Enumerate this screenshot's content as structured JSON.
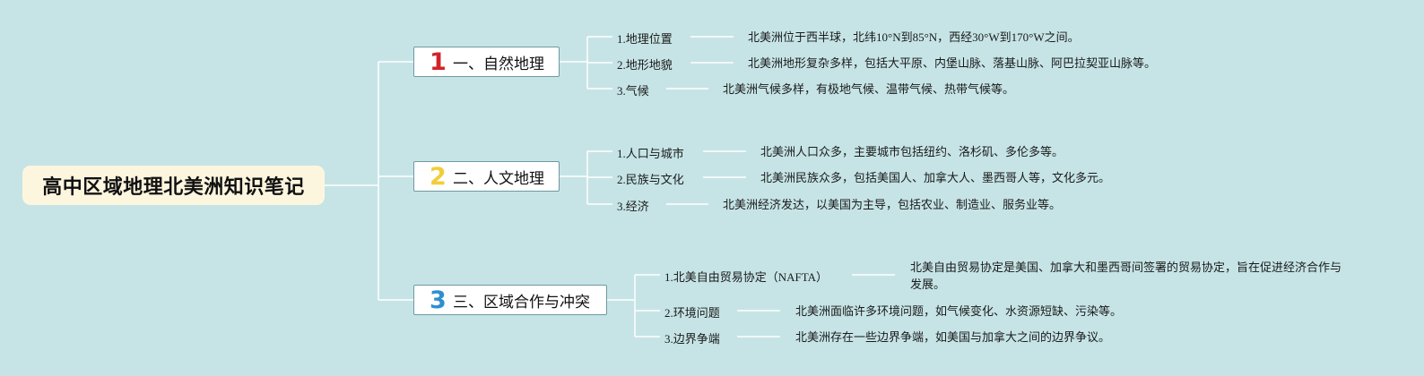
{
  "root": {
    "title": "高中区域地理北美洲知识笔记"
  },
  "branches": [
    {
      "number": "1",
      "number_color": "#d2232a",
      "label": "一、自然地理",
      "items": [
        {
          "label": "1.地理位置",
          "text": "北美洲位于西半球，北纬10°N到85°N，西经30°W到170°W之间。"
        },
        {
          "label": "2.地形地貌",
          "text": "北美洲地形复杂多样，包括大平原、内堡山脉、落基山脉、阿巴拉契亚山脉等。"
        },
        {
          "label": "3.气候",
          "text": "北美洲气候多样，有极地气候、温带气候、热带气候等。"
        }
      ]
    },
    {
      "number": "2",
      "number_color": "#f2cd3a",
      "label": "二、人文地理",
      "items": [
        {
          "label": "1.人口与城市",
          "text": "北美洲人口众多，主要城市包括纽约、洛杉矶、多伦多等。"
        },
        {
          "label": "2.民族与文化",
          "text": "北美洲民族众多，包括美国人、加拿大人、墨西哥人等，文化多元。"
        },
        {
          "label": "3.经济",
          "text": "北美洲经济发达，以美国为主导，包括农业、制造业、服务业等。"
        }
      ]
    },
    {
      "number": "3",
      "number_color": "#2d8fd0",
      "label": "三、区域合作与冲突",
      "items": [
        {
          "label": "1.北美自由贸易协定（NAFTA）",
          "text": "北美自由贸易协定是美国、加拿大和墨西哥间签署的贸易协定，旨在促进经济合作与发展。"
        },
        {
          "label": "2.环境问题",
          "text": "北美洲面临许多环境问题，如气候变化、水资源短缺、污染等。"
        },
        {
          "label": "3.边界争端",
          "text": "北美洲存在一些边界争端，如美国与加拿大之间的边界争议。"
        }
      ]
    }
  ],
  "colors": {
    "background": "#c6e4e6",
    "connector": "#ffffff",
    "root_fill": "#fdf6df",
    "branch_border": "#6d9aa0"
  }
}
